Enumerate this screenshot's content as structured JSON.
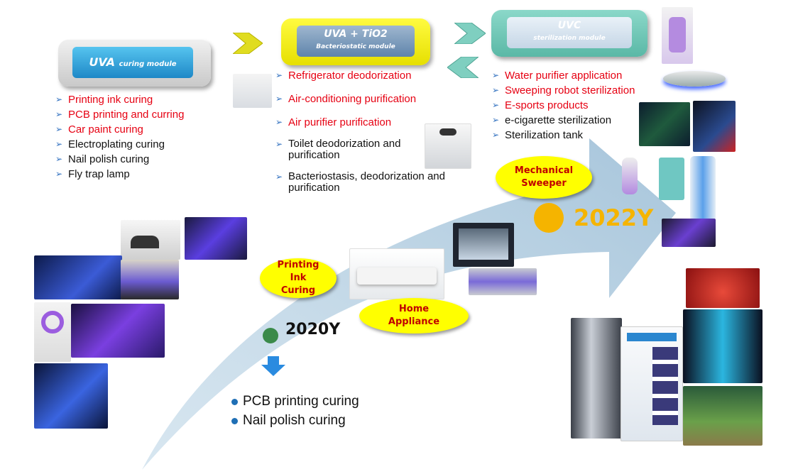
{
  "modules": {
    "uva": {
      "title": "UVA",
      "subtitle": "curing module"
    },
    "tio2": {
      "title": "UVA + TiO2",
      "subtitle": "Bacteriostatic module"
    },
    "uvc": {
      "title": "UVC",
      "subtitle": "sterilization module"
    }
  },
  "uva_list": [
    {
      "text": "Printing ink curing",
      "highlight": true
    },
    {
      "text": "PCB printing and curring",
      "highlight": true
    },
    {
      "text": "Car paint curing",
      "highlight": true
    },
    {
      "text": "Electroplating curing",
      "highlight": false
    },
    {
      "text": "Nail polish curing",
      "highlight": false
    },
    {
      "text": "Fly trap lamp",
      "highlight": false
    }
  ],
  "tio2_list": [
    {
      "text": "Refrigerator deodorization",
      "highlight": true
    },
    {
      "text": "Air-conditioning purification",
      "highlight": true
    },
    {
      "text": "Air purifier purification",
      "highlight": true
    },
    {
      "text": "Toilet deodorization and purification",
      "highlight": false
    },
    {
      "text": "Bacteriostasis, deodorization and purification",
      "highlight": false
    }
  ],
  "uvc_list": [
    {
      "text": "Water purifier application",
      "highlight": true
    },
    {
      "text": "Sweeping robot sterilization",
      "highlight": true
    },
    {
      "text": "E-sports products",
      "highlight": true
    },
    {
      "text": "e-cigarette sterilization",
      "highlight": false
    },
    {
      "text": "Sterilization tank",
      "highlight": false
    }
  ],
  "labels": {
    "printing": "Printing Ink Curing",
    "home": "Home Appliance",
    "sweeper": "Mechanical Sweeper"
  },
  "years": {
    "y2020": "2020Y",
    "y2022": "2022Y"
  },
  "bottom_list": [
    "PCB printing curing",
    "Nail polish curing"
  ],
  "colors": {
    "highlight": "#e60012",
    "arrow": "#a9c6dc",
    "year2020_dot": "#3a8a4a",
    "year2022_dot": "#f5b400"
  }
}
